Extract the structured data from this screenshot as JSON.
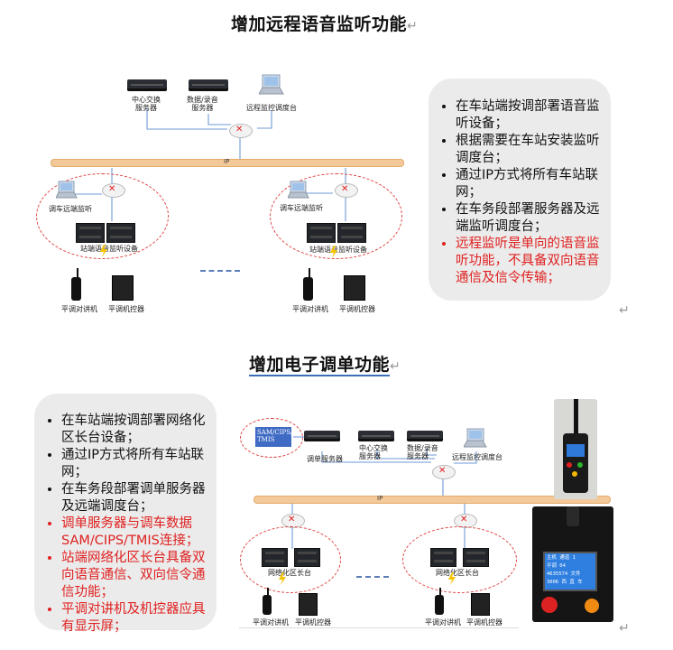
{
  "section1": {
    "title": "增加远程语音监听功能",
    "diagram_labels": {
      "center_server": "中心交换\n服务器",
      "data_server": "数据/录音\n服务器",
      "remote_console": "远程监控调度台",
      "ip": "IP",
      "left_station_pc": "调车远端监听",
      "right_station_pc": "调车远端监听",
      "left_station_rack": "站端语音监听设备",
      "right_station_rack": "站端语音监听设备",
      "radio_left": "平调对讲机",
      "ctrl_left": "平调机控器",
      "radio_right": "平调对讲机",
      "ctrl_right": "平调机控器"
    },
    "bullets": [
      {
        "text": "在车站端按调部署语音监听设备；",
        "highlight": false
      },
      {
        "text": "根据需要在车站安装监听调度台；",
        "highlight": false
      },
      {
        "text": "通过IP方式将所有车站联网；",
        "highlight": false
      },
      {
        "text": "在车务段部署服务器及远端监听调度台；",
        "highlight": false
      },
      {
        "text": "远程监听是单向的语音监听功能，不具备双向语音通信及信令传输；",
        "highlight": true
      }
    ]
  },
  "section2": {
    "title": "增加电子调单功能",
    "bullets": [
      {
        "text": "在车站端按调部署网络化区长台设备；",
        "highlight": false
      },
      {
        "text": "通过IP方式将所有车站联网；",
        "highlight": false
      },
      {
        "text": "在车务段部署调单服务器及远端调度台；",
        "highlight": false
      },
      {
        "text": "调单服务器与调车数据SAM/CIPS/TMIS连接；",
        "highlight": true
      },
      {
        "text": "站端网络化区长台具备双向语音通信、双向信令通信功能；",
        "highlight": true
      },
      {
        "text": "平调对讲机及机控器应具有显示屏；",
        "highlight": true
      }
    ],
    "diagram_labels": {
      "sam_box": "SAM/CIPS/\nTMIS",
      "dispatch_server": "调单服务器",
      "center_server": "中心交换\n服务器",
      "data_server": "数据/录音\n服务器",
      "remote_console": "远程监控调度台",
      "ip": "IP",
      "left_rack": "网络化区长台",
      "right_rack": "网络化区长台",
      "radio_left": "平调对讲机",
      "ctrl_left": "平调机控器",
      "radio_right": "平调对讲机",
      "ctrl_right": "平调机控器"
    },
    "phone_screen": "主机 通道 1\n平调 04\n4635574 文件\n3006 西 直 车"
  },
  "paragraph_mark": "↵"
}
